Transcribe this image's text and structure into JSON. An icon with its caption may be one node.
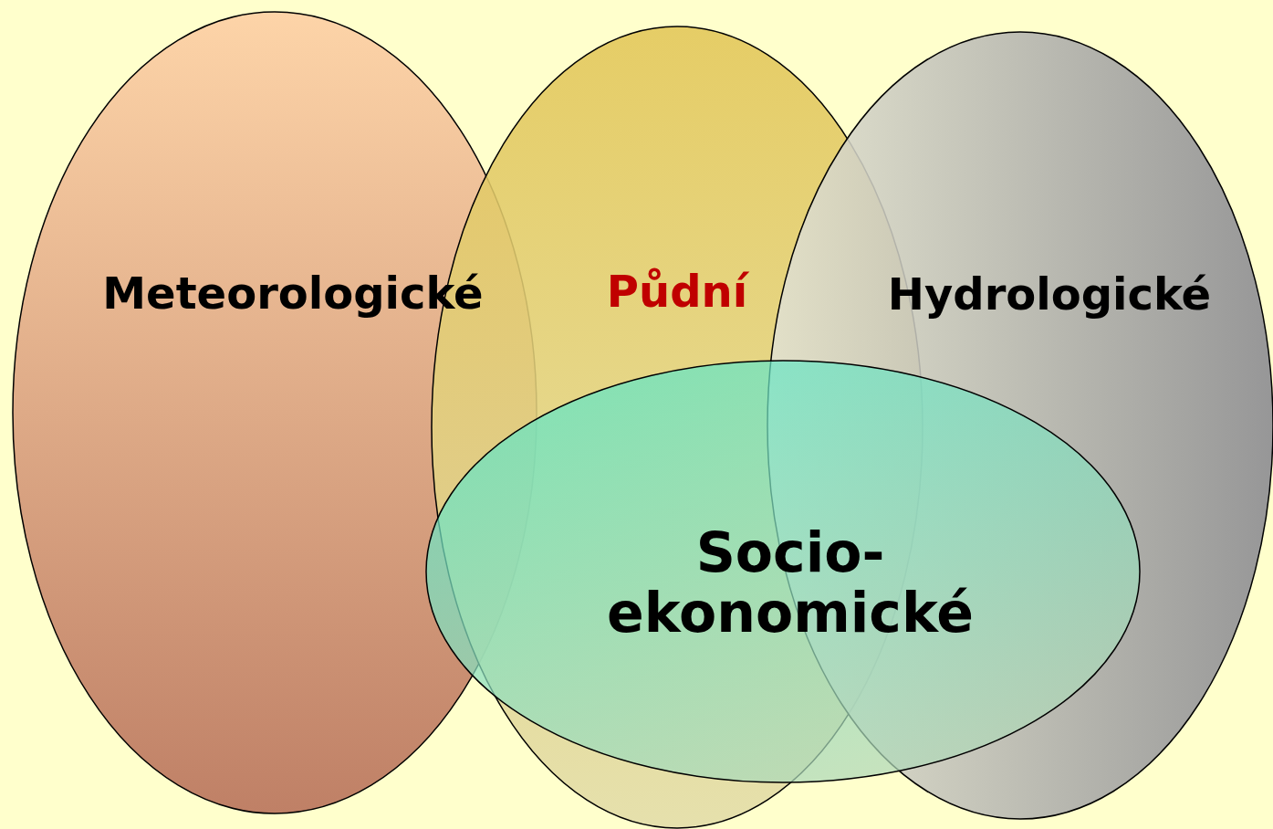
{
  "diagram": {
    "nodes": [
      {
        "text": [
          "Meteorologické"
        ]
      },
      {
        "text": [
          "Půdní"
        ]
      },
      {
        "text": [
          "Hydrologické"
        ]
      },
      {
        "text": [
          "Socio- ekonomické"
        ]
      }
    ]
  }
}
